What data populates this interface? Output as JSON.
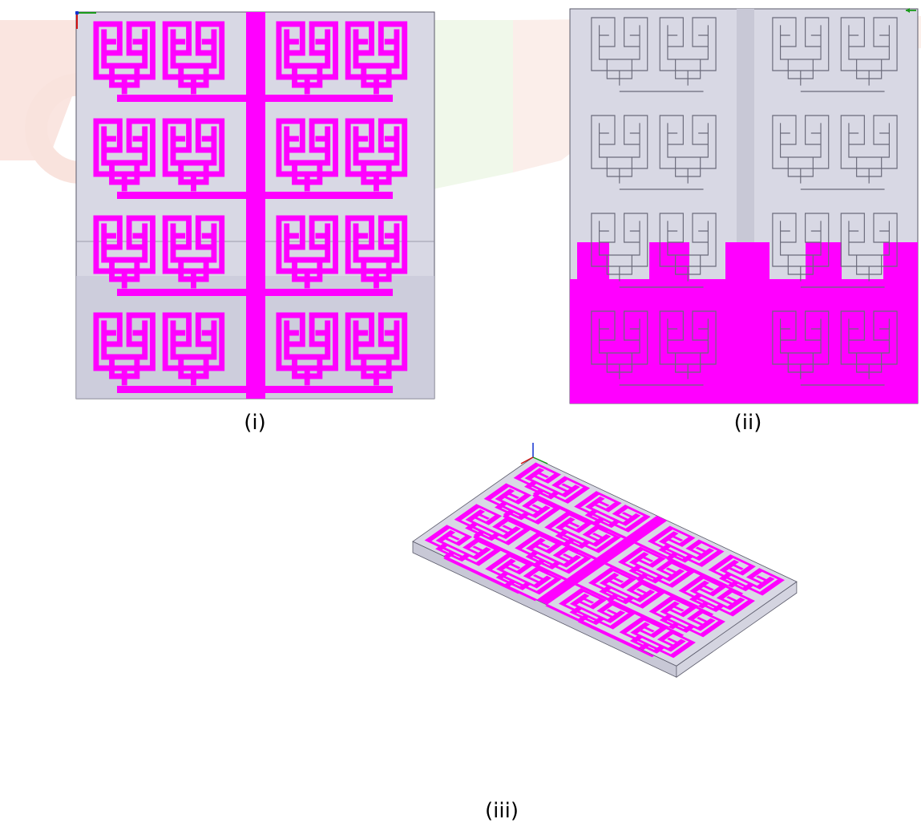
{
  "captions": {
    "top_view": "(i)",
    "bottom_view": "(ii)",
    "iso_view": "(iii)"
  },
  "colors": {
    "patch": "#ff00ff",
    "substrate": "#d8d8e4",
    "substrate_stroke": "#5a5a6a",
    "trace_outline": "#6a6a7a",
    "background": "#ffffff"
  },
  "icons": {
    "triad": "xyz-axis-triad-icon",
    "watermark": "institution-logo-watermark"
  },
  "antenna": {
    "element_rows": 4,
    "element_cols": 4,
    "unit_cells_per_element": 2
  }
}
